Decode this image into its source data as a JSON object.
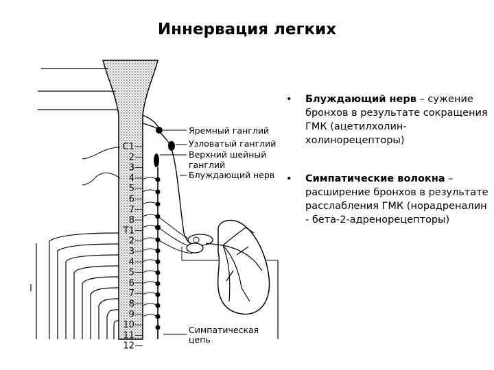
{
  "title": "Иннервация легких",
  "diagram": {
    "labels": {
      "jugular": "Яремный ганглий",
      "nodose": "Узловатый ганглий",
      "superior_cervical_1": "Верхний шейный",
      "superior_cervical_2": "ганглий",
      "vagus": "Блуждающий нерв",
      "sympathetic_1": "Симпатическая",
      "sympathetic_2": "цепь"
    },
    "segments": [
      "C1",
      "2",
      "3",
      "4",
      "5",
      "6",
      "7",
      "8",
      "T1",
      "2",
      "3",
      "4",
      "5",
      "6",
      "7",
      "8",
      "9",
      "10",
      "11",
      "12"
    ]
  },
  "bullets": [
    {
      "term": "Блуждающий нерв",
      "text": " – сужение бронхов в результате сокращения ГМК (ацетилхолин-холинорецепторы)"
    },
    {
      "term": "Симпатические волокна",
      "text": " – расширение бронхов в результате расслабления ГМК (норадреналин - бета-2-адренорецепторы)"
    }
  ]
}
